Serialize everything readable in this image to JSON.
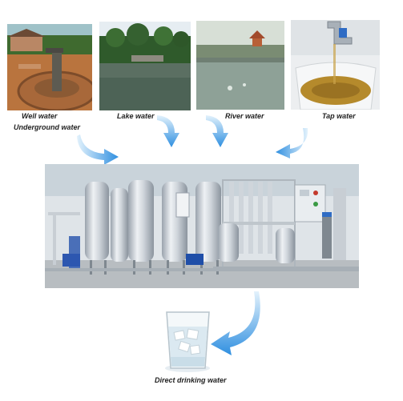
{
  "sources": [
    {
      "id": "well",
      "label": "Well water"
    },
    {
      "id": "underground",
      "label": "Underground water"
    },
    {
      "id": "lake",
      "label": "Lake water"
    },
    {
      "id": "river",
      "label": "River water"
    },
    {
      "id": "tap",
      "label": "Tap water"
    }
  ],
  "output": {
    "label": "Direct drinking water"
  },
  "colors": {
    "arrow_light": "#cfe8fb",
    "arrow_dark": "#2f8fe0",
    "steel_light": "#eef1f4",
    "steel_dark": "#9aa3ad"
  }
}
